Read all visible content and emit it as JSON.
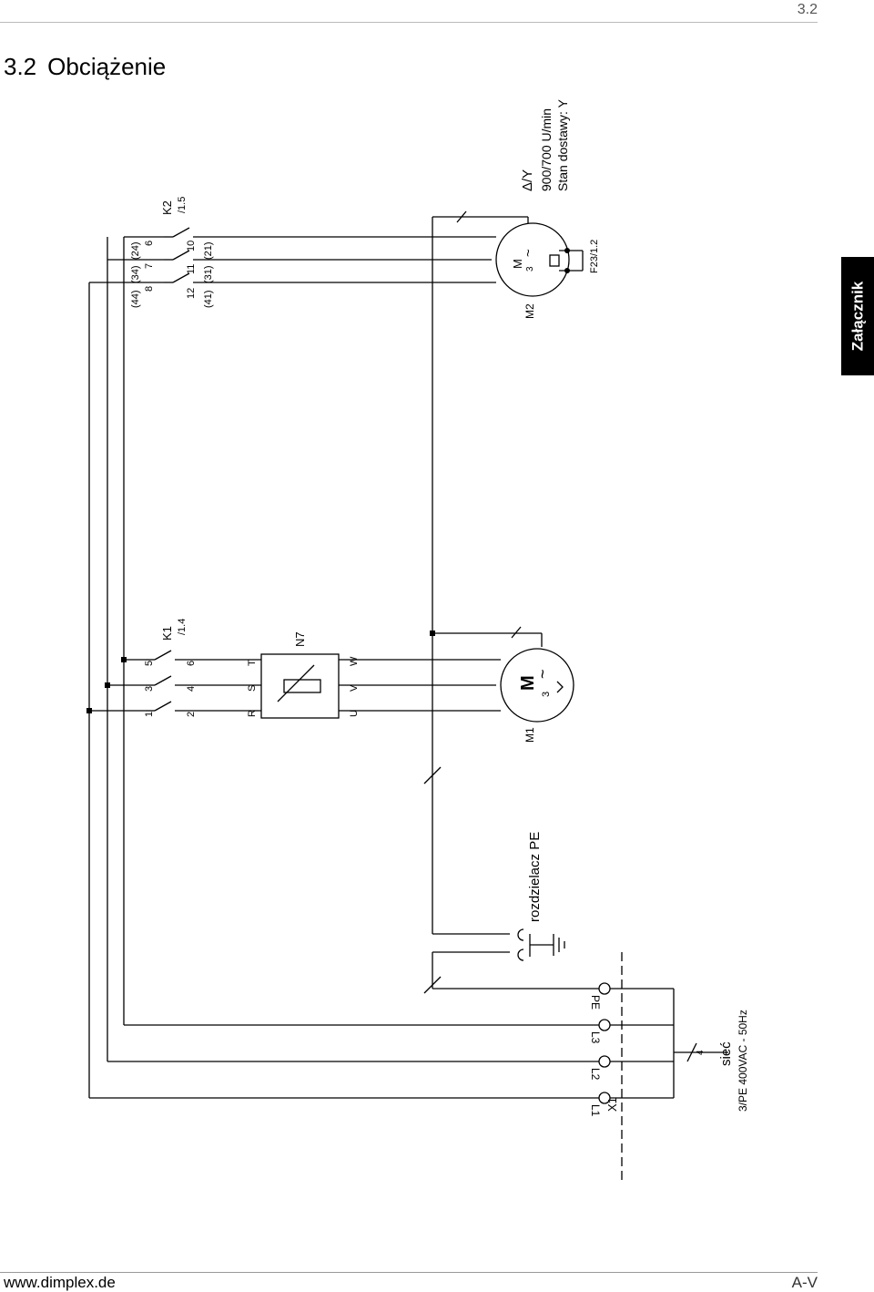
{
  "header": {
    "page_number": "3.2"
  },
  "section": {
    "number": "3.2",
    "title": "Obciążenie"
  },
  "sidebar_tab": {
    "label": "Załącznik"
  },
  "footer": {
    "website": "www.dimplex.de",
    "page_ref": "A-V"
  },
  "diagram": {
    "motor_info": {
      "connection": "Δ/Y",
      "speed": "900/700 U/min",
      "delivery_state": "Stan dostawy: Y"
    },
    "labels": {
      "pe_distributor": "rozdzielacz PE",
      "mains": "sieć",
      "mains_spec": "3/PE 400VAC - 50Hz",
      "terminal_block": "X1",
      "terminal_l1": "L1",
      "terminal_l2": "L2",
      "terminal_l3": "L3",
      "terminal_pe": "PE",
      "wire_count": "4",
      "contactor_k1": "K1",
      "contactor_k1_ref": "/1.4",
      "contactor_k2": "K2",
      "contactor_k2_ref": "/1.5",
      "k1_t1": "1",
      "k1_t2": "2",
      "k1_t3": "3",
      "k1_t4": "4",
      "k1_t5": "5",
      "k1_t6": "6",
      "k2_t6": "6",
      "k2_t7": "7",
      "k2_t8": "8",
      "k2_t10": "10",
      "k2_t11": "11",
      "k2_t12": "12",
      "k2_t24": "(24)",
      "k2_t34": "(34)",
      "k2_t44": "(44)",
      "k2_t21": "(21)",
      "k2_t31": "(31)",
      "k2_t41": "(41)",
      "softstarter": "N7",
      "n7_r": "R",
      "n7_s": "S",
      "n7_t": "T",
      "n7_u": "U",
      "n7_v": "V",
      "n7_w": "W",
      "motor_m1": "M1",
      "motor_m2": "M2",
      "motor_symbol": "M",
      "motor_phases": "3",
      "motor_ac": "~",
      "thermal": "F23/1.2"
    }
  }
}
